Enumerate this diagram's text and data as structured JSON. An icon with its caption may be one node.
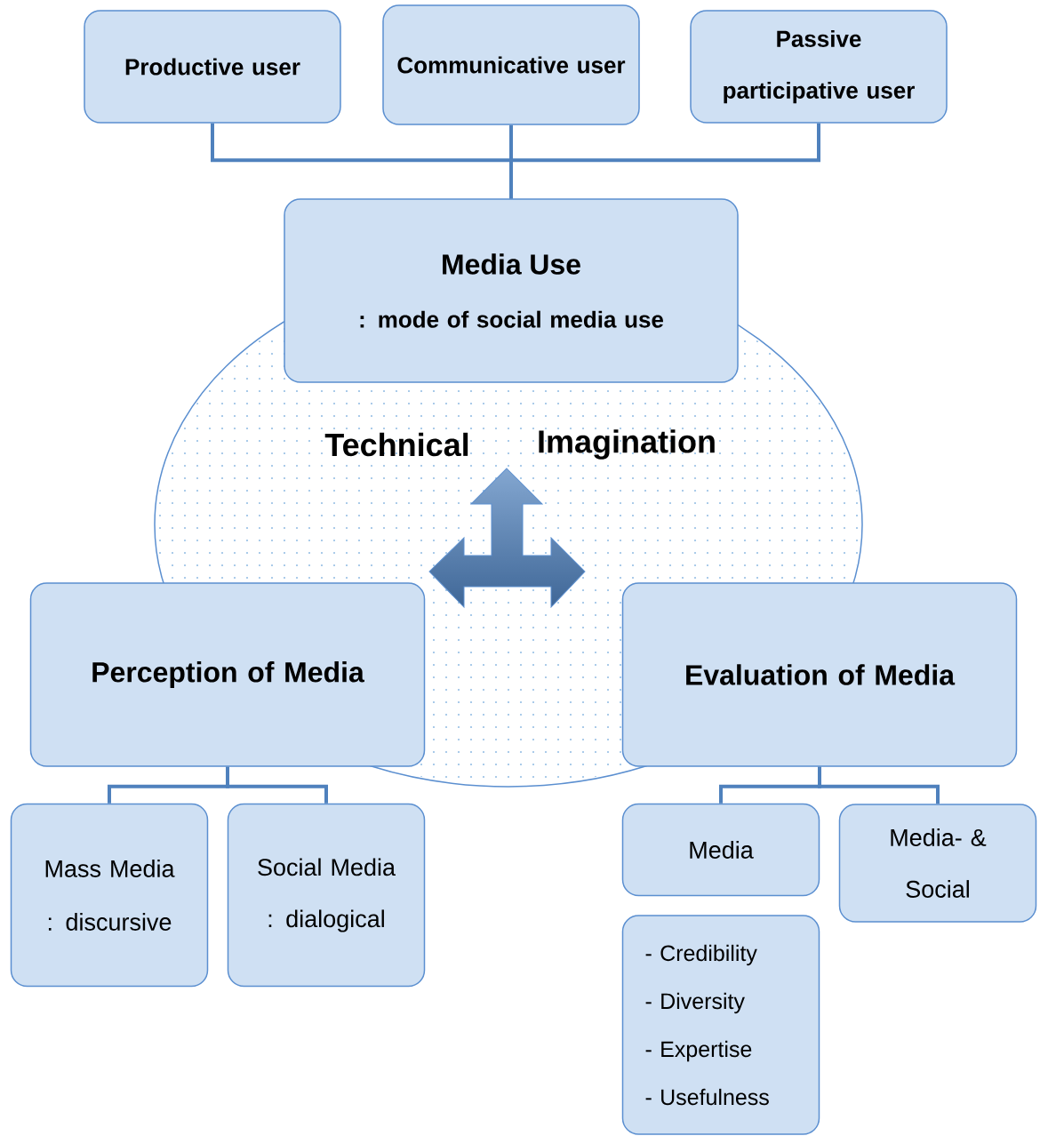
{
  "diagram": {
    "nodes": [
      {
        "text": [
          "Productive user"
        ]
      },
      {
        "text": [
          "Communicative user"
        ]
      },
      {
        "text": [
          "Passive participative user"
        ]
      },
      {
        "text": [
          "Media Use",
          ": mode of social media use"
        ]
      },
      {
        "text": [
          "Technical",
          "Imagination"
        ]
      },
      {
        "text": [
          "Perception of Media"
        ]
      },
      {
        "text": [
          "Evaluation of Media"
        ]
      },
      {
        "text": [
          "Mass Media : discursive"
        ]
      },
      {
        "text": [
          "Social Media : dialogical"
        ]
      },
      {
        "text": [
          "Media"
        ]
      },
      {
        "text": [
          "Media- & Social"
        ]
      },
      {
        "text": [
          "- Credibility",
          "- Diversity",
          "- Expertise",
          "- Usefulness"
        ]
      }
    ],
    "edges": [
      {
        "from": 0,
        "to": 3,
        "arrow": "none"
      },
      {
        "from": 1,
        "to": 3,
        "arrow": "none"
      },
      {
        "from": 2,
        "to": 3,
        "arrow": "none"
      },
      {
        "from": 5,
        "to": 7,
        "arrow": "none"
      },
      {
        "from": 5,
        "to": 8,
        "arrow": "none"
      },
      {
        "from": 6,
        "to": 9,
        "arrow": "none"
      },
      {
        "from": 6,
        "to": 10,
        "arrow": "none"
      }
    ]
  }
}
